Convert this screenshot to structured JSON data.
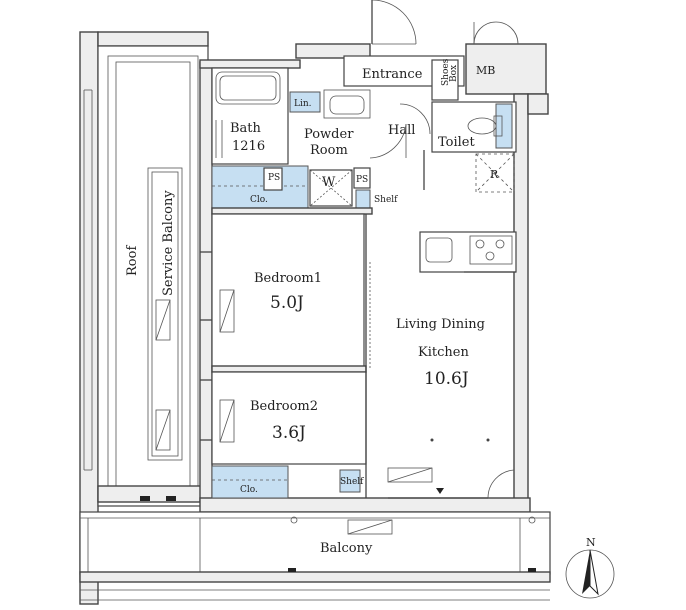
{
  "rooms": {
    "entrance": "Entrance",
    "shoes_box_1": "Shoes",
    "shoes_box_2": "Box",
    "mb": "MB",
    "lin": "Lin.",
    "bath": "Bath",
    "bath_size": "1216",
    "powder_1": "Powder",
    "powder_2": "Room",
    "hall": "Hall",
    "toilet": "Toilet",
    "refrigerator": "R",
    "ps_left": "PS",
    "ps_right": "PS",
    "washer": "W",
    "clo_top": "Clo.",
    "shelf_top": "Shelf",
    "bedroom1": "Bedroom1",
    "bedroom1_size": "5.0J",
    "bedroom2": "Bedroom2",
    "bedroom2_size": "3.6J",
    "clo_bottom": "Clo.",
    "shelf_bottom": "Shelf",
    "ldk_1": "Living Dining",
    "ldk_2": "Kitchen",
    "ldk_size": "10.6J",
    "roof": "Roof",
    "service_balcony": "Service Balcony",
    "balcony": "Balcony"
  },
  "compass": {
    "label": "N"
  },
  "colors": {
    "closet_fill": "#c6dff2",
    "wall_fill": "#eeeeee"
  }
}
